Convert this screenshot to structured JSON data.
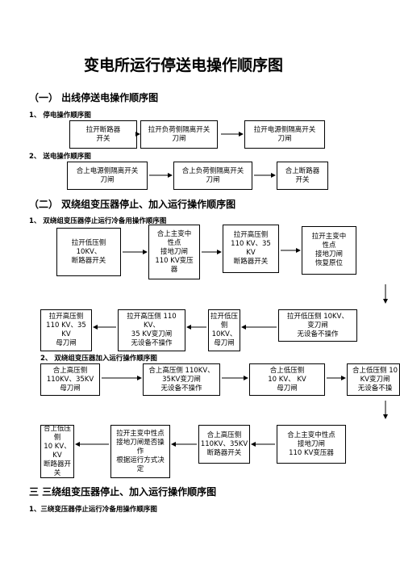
{
  "title": "变电所运行停送电操作顺序图",
  "sec1": {
    "heading": "（一） 出线停送电操作顺序图",
    "sub1": "1、 停电操作顺序图",
    "stop_boxes": [
      "拉开断路器\n开关",
      "拉开负荷侧隔离开关\n刀闸",
      "拉开电源侧隔离开关\n刀闸"
    ],
    "sub2": "2、 送电操作顺序图",
    "send_boxes": [
      "合上电源侧隔离开关\n刀闸",
      "合上负荷侧隔离开关\n刀闸",
      "合上断路器\n开关"
    ]
  },
  "sec2": {
    "heading": "（二） 双绕组变压器停止、加入运行操作顺序图",
    "sub1": "1、 双绕组变压器停止运行冷备用操作顺序图",
    "row1": [
      "拉开低压侧\n10KV、\n断路器开关",
      "合上主变中\n性点\n接地刀闸\n110 KV变压\n器",
      "拉开高压侧\n110 KV、35\nKV\n断路器开关",
      "拉开主变中\n性点\n接地刀闸\n恢复原位"
    ],
    "row2": [
      "拉开高压侧\n110 KV、35\nKV\n母刀闸",
      "拉开高压侧 110\nKV、\n35 KV变刀闸\n无设备不操作",
      "拉开低压\n侧\n10KV、\n母刀闸",
      "拉开低压侧 10KV、\n变刀闸\n无设备不操作"
    ],
    "sub2": "2、 双绕组变压器加入运行操作顺序图",
    "row3": [
      "合上高压侧\n110KV、35KV\n母刀闸",
      "合上高压侧 110KV、\n35KV变刀闸\n无设备不操作",
      "合上低压侧\n10 KV、 KV\n母刀闸",
      "合上低压侧 10\nKV变刀闸\n无设备不操"
    ],
    "row4": [
      "合上低压\n侧\n10 KV、 KV\n断路器开\n关",
      "拉开主变中性点\n接地刀闸是否操\n作\n根据运行方式决\n定",
      "合上高压侧\n110KV、35KV\n断路器开关",
      "合上主变中性点\n接地刀闸\n110 KV变压器"
    ]
  },
  "sec3": {
    "heading": "三 三绕组变压器停止、加入运行操作顺序图",
    "sub1": "1、三绕变压器停止运行冷备用操作顺序图"
  }
}
